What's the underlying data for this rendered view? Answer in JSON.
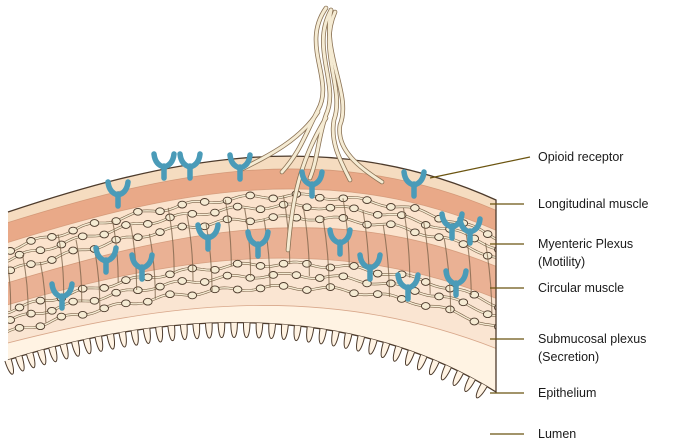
{
  "labels": {
    "opioid_receptor": "Opioid receptor",
    "longitudinal_muscle": "Longitudinal muscle",
    "myenteric_plexus": "Myenteric Plexus",
    "myenteric_plexus_sub": "(Motility)",
    "circular_muscle": "Circular muscle",
    "submucosal_plexus": "Submucosal plexus",
    "submucosal_plexus_sub": "(Secretion)",
    "epithelium": "Epithelium",
    "lumen": "Lumen"
  },
  "colors": {
    "receptor": "#4a9bb8",
    "leader_line": "#6b5410",
    "outer_layer": "#f5dcc0",
    "longitudinal_muscle": "#e9a988",
    "plexus_band": "#fbe3cd",
    "circular_muscle": "#eab194",
    "submucosa": "#fae5d2",
    "epithelium": "#fff3e3",
    "nerve_fibers": "#f5ebd3",
    "outline": "#4d3b2c"
  },
  "counts": {
    "opioid_receptors": 17
  }
}
